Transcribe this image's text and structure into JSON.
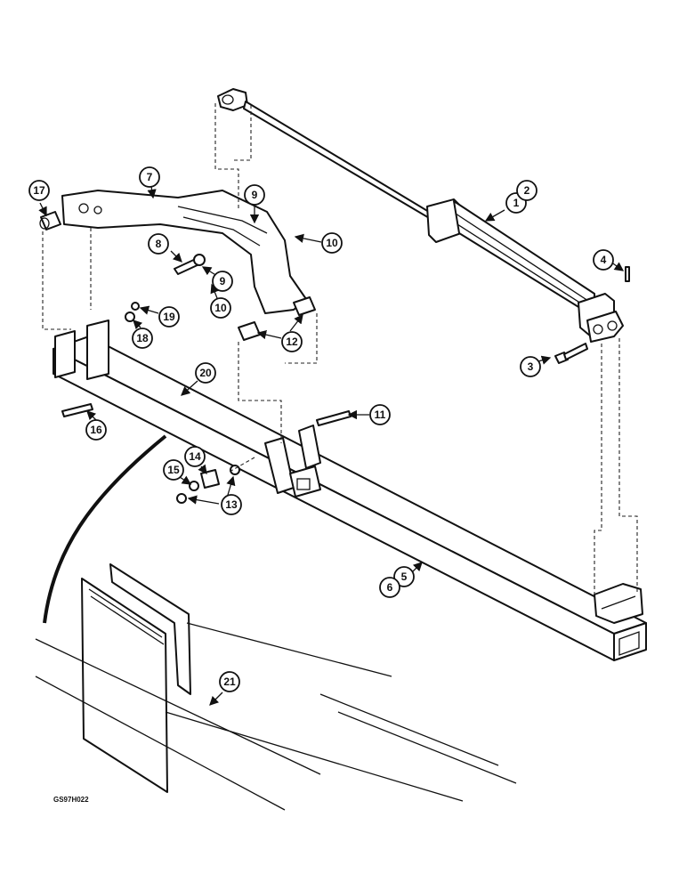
{
  "drawing_code": "GS97H022",
  "callouts": {
    "c1": "1",
    "c2": "2",
    "c3": "3",
    "c4": "4",
    "c5": "5",
    "c6": "6",
    "c7": "7",
    "c8": "8",
    "c9a": "9",
    "c9b": "9",
    "c10a": "10",
    "c10b": "10",
    "c11": "11",
    "c12": "12",
    "c13": "13",
    "c14": "14",
    "c15": "15",
    "c16": "16",
    "c17": "17",
    "c18": "18",
    "c19": "19",
    "c20": "20",
    "c21": "21"
  }
}
